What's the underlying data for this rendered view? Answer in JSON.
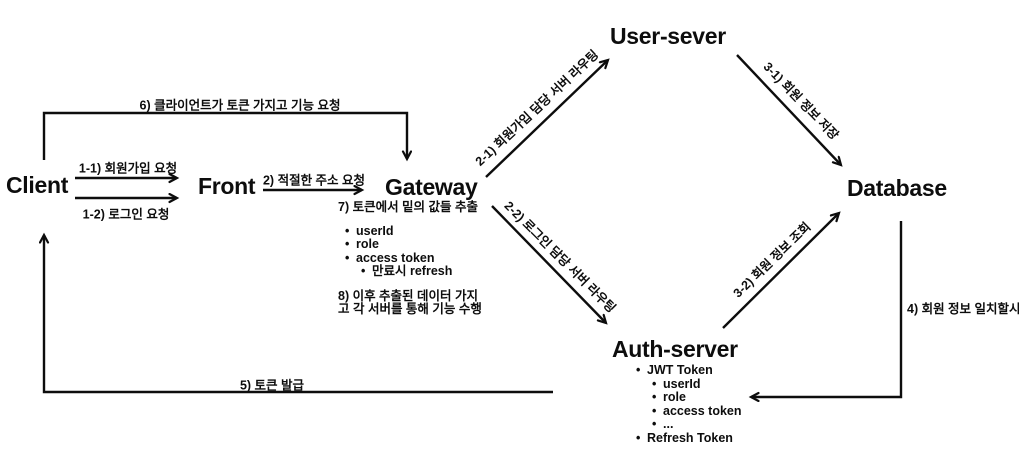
{
  "nodes": {
    "client": "Client",
    "front": "Front",
    "gateway": "Gateway",
    "user_server": "User-sever",
    "database": "Database",
    "auth_server": "Auth-server"
  },
  "edges": {
    "signup_request": "1-1) 회원가입 요청",
    "login_request": "1-2) 로그인 요청",
    "address_request": "2) 적절한 주소 요청",
    "signup_routing": "2-1) 회원가입 담당 서버 라우팅",
    "login_routing": "2-2) 로그인 담당 서버 라우팅",
    "member_info_save": "3-1) 회원 정보 저장",
    "member_info_lookup": "3-2) 회원 정보 조회",
    "member_info_match": "4) 회원 정보 일치할시,",
    "token_issue": "5) 토큰 발급",
    "feature_request_with_token": "6) 클라이언트가 토큰 가지고 기능 요청"
  },
  "gateway_notes": {
    "heading": "7) 토큰에서 밑의 값들 추출",
    "bullets": [
      "userId",
      "role",
      "access token"
    ],
    "sub_bullet": "만료시 refresh",
    "footer_line1": "8) 이후 추출된 데이터 가지",
    "footer_line2": "고 각 서버를 통해 기능 수행"
  },
  "auth_notes": {
    "items": [
      {
        "label": "JWT Token",
        "children": [
          "userId",
          "role",
          "access token",
          "..."
        ]
      },
      {
        "label": "Refresh Token",
        "children": []
      }
    ]
  },
  "colors": {
    "ink": "#0d0d0d",
    "background": "#ffffff"
  }
}
